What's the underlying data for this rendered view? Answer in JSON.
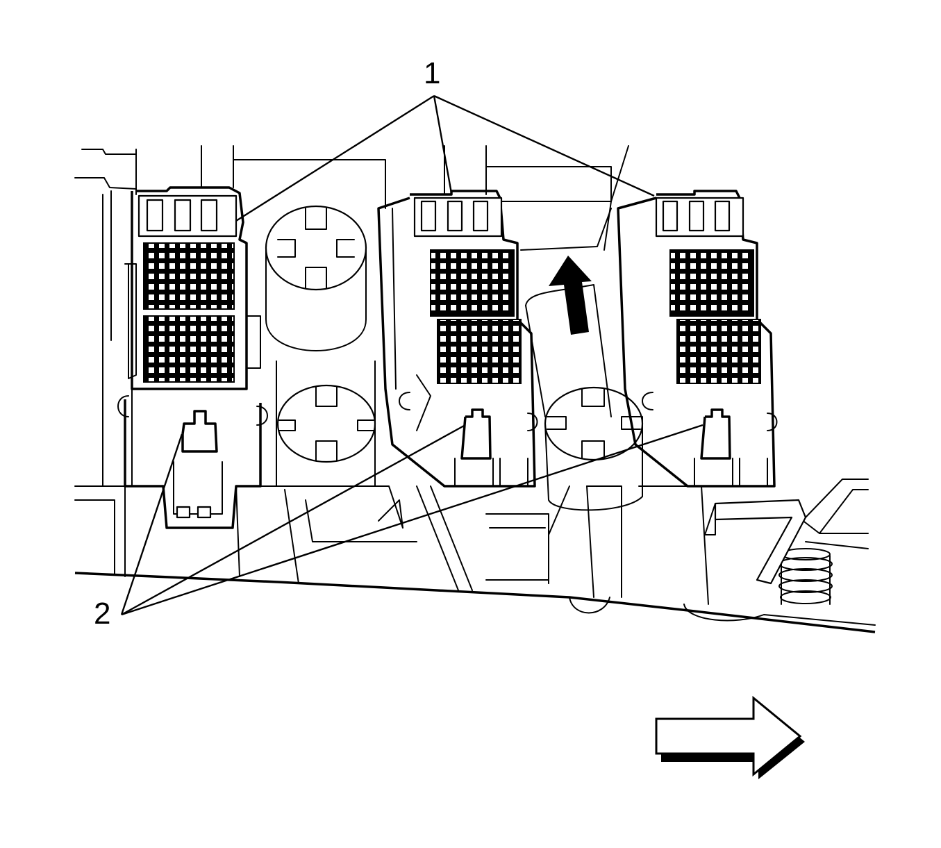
{
  "callouts": [
    {
      "id": "1",
      "label": "1"
    },
    {
      "id": "2",
      "label": "2"
    }
  ],
  "colors": {
    "line": "#000000",
    "background": "#ffffff"
  },
  "icons": [
    "up-arrow-icon",
    "view-direction-arrow-icon"
  ]
}
